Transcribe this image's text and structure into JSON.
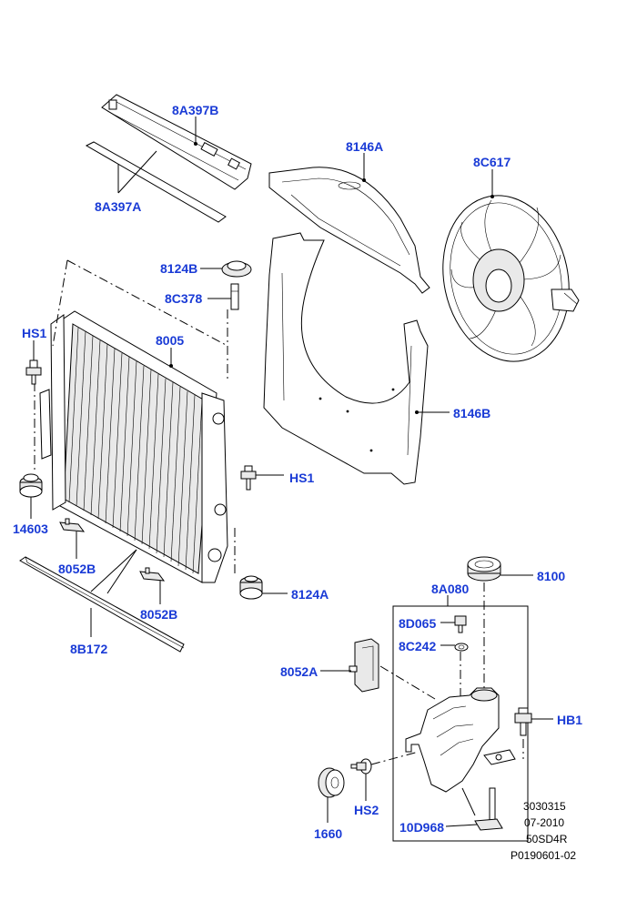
{
  "labels": {
    "fan_shroud_seal_upper": "8A397B",
    "fan_shroud_seal_lower": "8A397A",
    "fan_shroud_upper": "8146A",
    "fan_assembly": "8C617",
    "cap_8124b": "8124B",
    "pin_8c378": "8C378",
    "hs1_left": "HS1",
    "radiator": "8005",
    "fan_shroud_lower": "8146B",
    "hs1_right": "HS1",
    "mount_14603": "14603",
    "bracket_left": "8052B",
    "bracket_right": "8052B",
    "insulator_8124a": "8124A",
    "seal_strip": "8B172",
    "cap_8100": "8100",
    "reservoir": "8A080",
    "sensor_8d065": "8D065",
    "seal_8c242": "8C242",
    "bracket_8052a": "8052A",
    "bolt_hb1": "HB1",
    "bolt_hs2": "HS2",
    "pulley_1660": "1660",
    "sensor_10d968": "10D968"
  },
  "reference": {
    "line1": "3030315",
    "line2": "07-2010",
    "line3": "50SD4R",
    "line4": "P0190601-02"
  },
  "colors": {
    "label": "#1a3bd6",
    "line": "#000000",
    "background": "#ffffff"
  }
}
